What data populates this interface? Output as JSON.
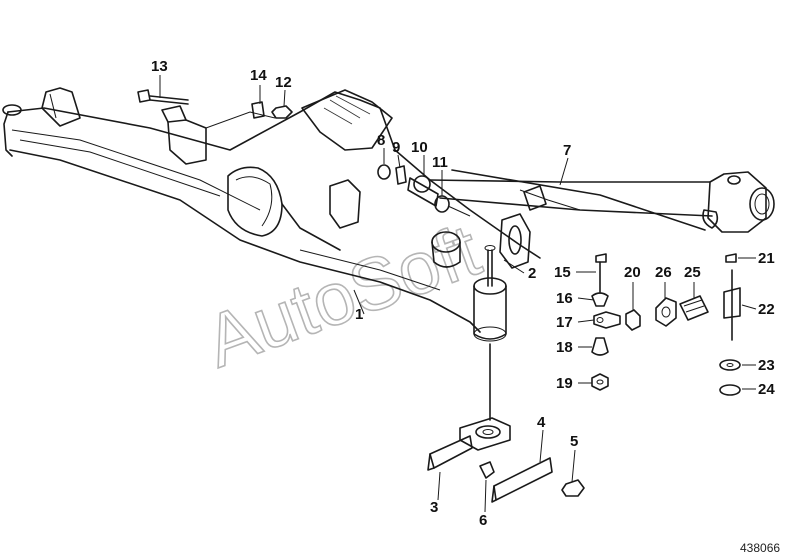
{
  "diagram": {
    "watermark": "AutoSoft",
    "ref_number": "438066",
    "callouts": [
      {
        "id": "1",
        "label": "1"
      },
      {
        "id": "2",
        "label": "2"
      },
      {
        "id": "3",
        "label": "3"
      },
      {
        "id": "4",
        "label": "4"
      },
      {
        "id": "5",
        "label": "5"
      },
      {
        "id": "6",
        "label": "6"
      },
      {
        "id": "7",
        "label": "7"
      },
      {
        "id": "8",
        "label": "8"
      },
      {
        "id": "9",
        "label": "9"
      },
      {
        "id": "10",
        "label": "10"
      },
      {
        "id": "11",
        "label": "11"
      },
      {
        "id": "12",
        "label": "12"
      },
      {
        "id": "13",
        "label": "13"
      },
      {
        "id": "14",
        "label": "14"
      },
      {
        "id": "15",
        "label": "15"
      },
      {
        "id": "16",
        "label": "16"
      },
      {
        "id": "17",
        "label": "17"
      },
      {
        "id": "18",
        "label": "18"
      },
      {
        "id": "19",
        "label": "19"
      },
      {
        "id": "20",
        "label": "20"
      },
      {
        "id": "21",
        "label": "21"
      },
      {
        "id": "22",
        "label": "22"
      },
      {
        "id": "23",
        "label": "23"
      },
      {
        "id": "24",
        "label": "24"
      },
      {
        "id": "25",
        "label": "25"
      },
      {
        "id": "26",
        "label": "26"
      }
    ]
  }
}
